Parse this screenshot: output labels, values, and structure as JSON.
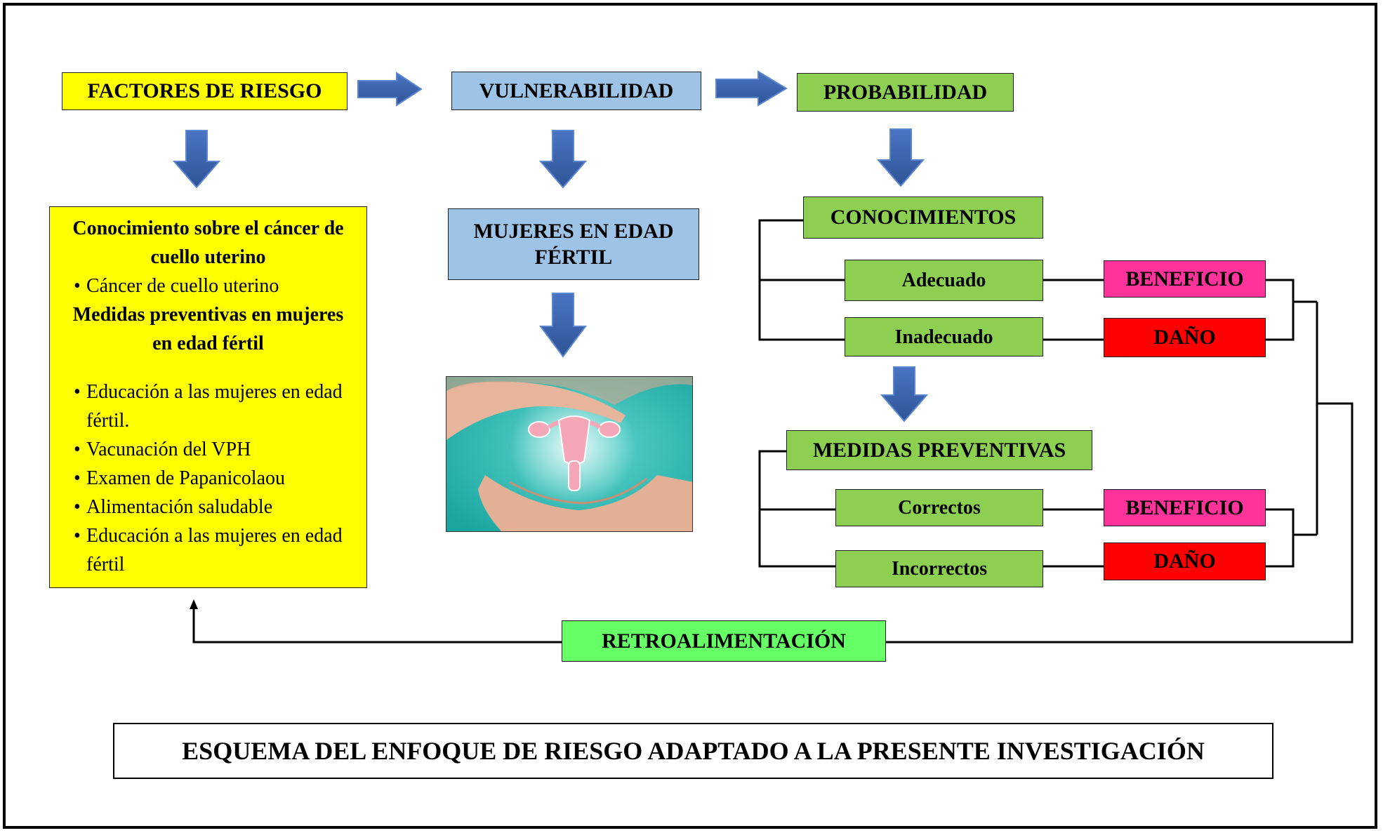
{
  "top_row": {
    "factores": "FACTORES DE RIESGO",
    "vulnerabilidad": "VULNERABILIDAD",
    "probabilidad": "PROBABILIDAD"
  },
  "knowledge_panel": {
    "heading1": "Conocimiento sobre el cáncer de cuello uterino",
    "item1": "Cáncer de cuello uterino",
    "heading2": "Medidas preventivas en mujeres en edad fértil",
    "items": [
      "Educación a las mujeres en edad fértil.",
      "Vacunación del VPH",
      "Examen de Papanicolaou",
      "Alimentación saludable",
      "Educación a las mujeres en edad fértil"
    ]
  },
  "mujeres": "MUJERES EN EDAD FÉRTIL",
  "conocimientos": {
    "title": "CONOCIMIENTOS",
    "adecuado": "Adecuado",
    "inadecuado": "Inadecuado"
  },
  "medidas": {
    "title": "MEDIDAS PREVENTIVAS",
    "correctos": "Correctos",
    "incorrectos": "Incorrectos"
  },
  "outcomes": {
    "beneficio": "BENEFICIO",
    "dano": "DAÑO"
  },
  "retro": "RETROALIMENTACIÓN",
  "caption": "ESQUEMA DEL ENFOQUE DE RIESGO ADAPTADO A LA PRESENTE INVESTIGACIÓN",
  "colors": {
    "yellow": "#ffff00",
    "blue_box": "#9dc3e6",
    "green_box": "#8dd051",
    "retro_green": "#66ff66",
    "beneficio_pink": "#ff3399",
    "dano_red": "#ff0000",
    "arrow_blue": "#2f5597"
  },
  "icons": {
    "arrow": "block-arrow-icon",
    "photo": "uterus-hands-photo"
  }
}
